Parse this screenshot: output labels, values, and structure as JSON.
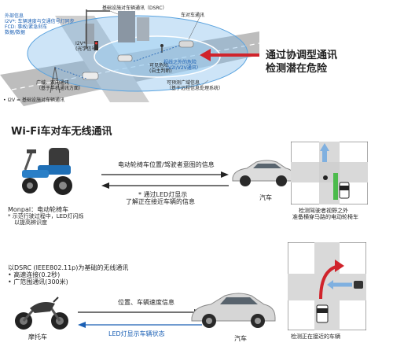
{
  "top": {
    "dsrc_label": "基础设施对车辆通讯（DSRC）",
    "v2v_label": "车对车通讯",
    "external_info_lines": [
      "外部信息",
      "I2V*: 车辆速度与交通信号灯同步",
      "FCD: 事故/紧急刹车",
      "数据/数据"
    ],
    "i2v_optical": [
      "I2V*",
      "(光学信号)"
    ],
    "danger_lines": [
      "可见危险",
      "(自主判断)"
    ],
    "blind_danger_lines": [
      "视线之外的危险",
      "（V2I/V2V通讯）"
    ],
    "broadcast_lines": [
      "广域、双向通讯",
      "（基于手机通讯方面）"
    ],
    "probe_lines": [
      "可预测广域信息",
      "（基于远程信息处理系统）"
    ],
    "footnote": "• I2V = 基础设施对车辆通讯",
    "headline_lines": [
      "通过协调型通讯",
      "检测潜在危险"
    ]
  },
  "wifi": {
    "title": "Wi-Fi车对车无线通讯",
    "arrow_top": "电动轮椅车位置/驾驶者意图的信息",
    "arrow_bottom_lines": [
      "* 通过LED灯显示",
      "了解正在接近车辆的信息"
    ],
    "car_label": "汽车",
    "wheelchair_lines": [
      "Monpal：电动轮椅车",
      "* 示范行驶过程中，LED灯闪烁",
      "以提高辨识度"
    ],
    "scene_caption_lines": [
      "检测驾驶者视野之外",
      "准备横穿马路的电动轮椅车"
    ]
  },
  "dsrc": {
    "intro_lines": [
      "以DSRC (IEEE802.11p)为基础的无线通讯",
      "• 高速连接(0.2秒)",
      "• 广范围通讯(300米)"
    ],
    "arrow_top": "位置、车辆速度信息",
    "arrow_bottom": "LED灯显示车辆状态",
    "moto_label": "摩托车",
    "car_label": "汽车",
    "scene_caption": "检测正在接近的车辆"
  },
  "colors": {
    "accent_blue": "#1a5fb4",
    "accent_red": "#d0232b",
    "road": "#c9c9c9"
  }
}
